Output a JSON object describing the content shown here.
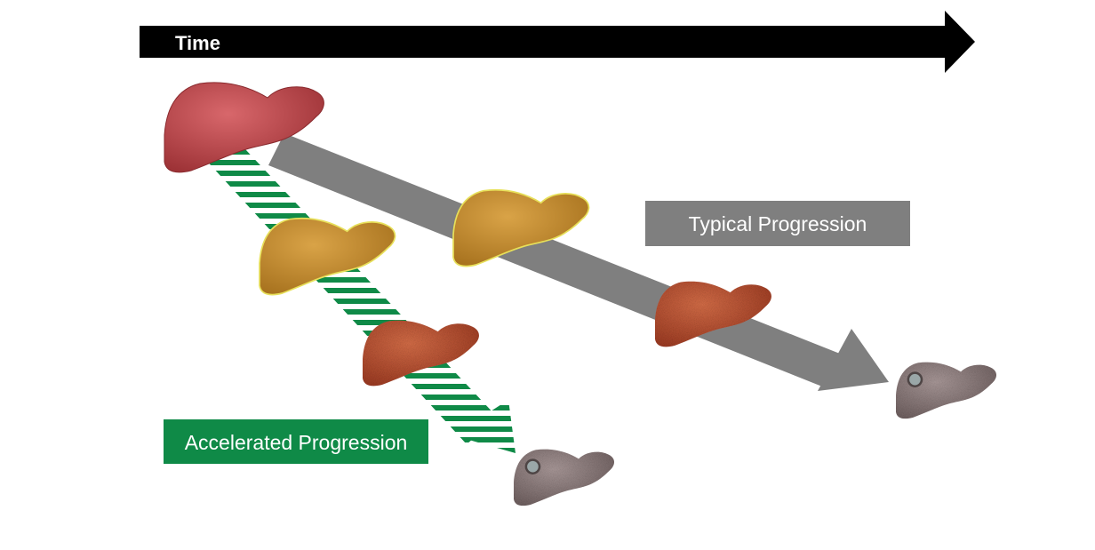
{
  "header": {
    "time_label": "Time"
  },
  "labels": {
    "typical": "Typical Progression",
    "accelerated": "Accelerated Progression"
  },
  "colors": {
    "time_arrow": "#000000",
    "typical_arrow": "#7f7f7f",
    "accelerated_arrow": "#0f8a47",
    "healthy_liver": "#b8474a",
    "fatty_liver": "#c38a2e",
    "inflamed_liver": "#b84c32",
    "cirrhotic_liver": "#8a7a7a",
    "label_text": "#ffffff"
  },
  "stages": {
    "healthy": "healthy-liver-icon",
    "fatty": "fatty-liver-icon",
    "inflamed": "inflamed-liver-icon",
    "cirrhotic": "cirrhotic-liver-with-tumor-icon"
  }
}
